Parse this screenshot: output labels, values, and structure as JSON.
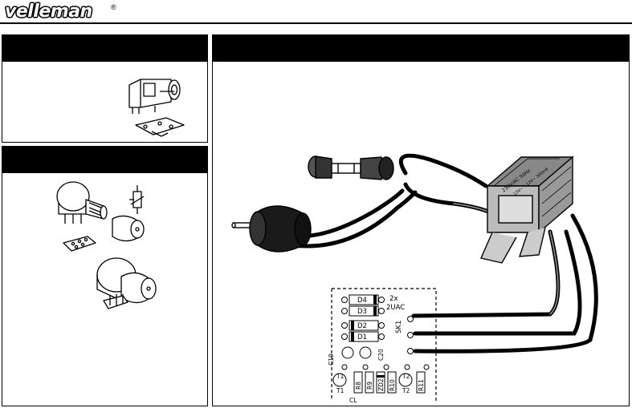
{
  "brand": {
    "name": "velleman",
    "mark": "®"
  },
  "pcb": {
    "labels": {
      "d4": "D4",
      "d3": "D3",
      "d2": "D2",
      "d1": "D1",
      "rect1": "2x",
      "rect2": "2UAC",
      "sk1": "SK1",
      "c19": "C19",
      "c20": "C20",
      "cl": "CL",
      "t1a": "T1",
      "t1b": "T1",
      "r8": "R8",
      "r9": "R9",
      "zd2": "ZD2",
      "r10": "R10",
      "t2a": "T2",
      "t2b": "T2",
      "r11": "R11"
    }
  },
  "transformer": {
    "label1": "230V/AC 50Hz",
    "label2": "12V~ +12V~ 300mA"
  },
  "colors": {
    "bar": "#000000",
    "line": "#000000"
  }
}
